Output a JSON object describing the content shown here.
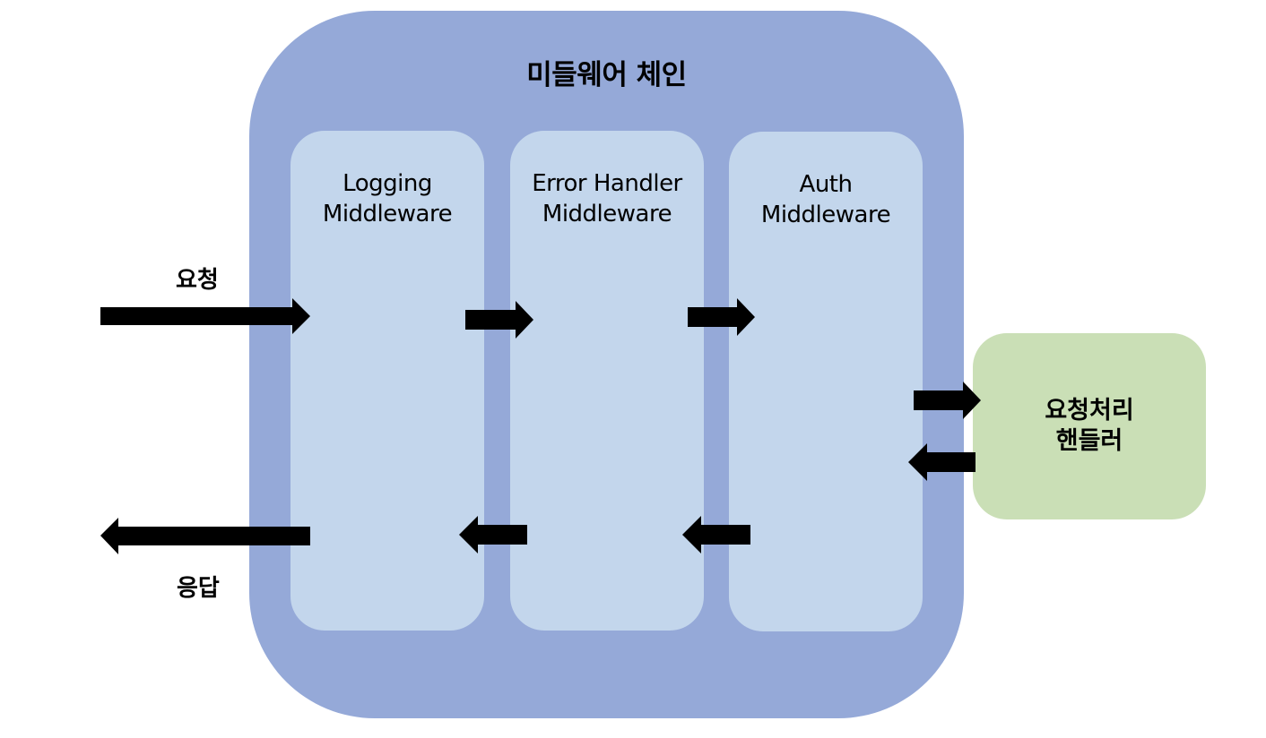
{
  "diagram": {
    "chain_title": "미들웨어 체인",
    "middlewares": [
      {
        "line1": "Logging",
        "line2": "Middleware"
      },
      {
        "line1": "Error Handler",
        "line2": "Middleware"
      },
      {
        "line1": "Auth",
        "line2": "Middleware"
      }
    ],
    "handler": {
      "line1": "요청처리",
      "line2": "핸들러"
    },
    "request_label": "요청",
    "response_label": "응답",
    "colors": {
      "chain_fill": "#95a9d8",
      "middleware_fill": "#c3d6ec",
      "handler_fill": "#cadfb6",
      "arrow": "#000000"
    }
  }
}
